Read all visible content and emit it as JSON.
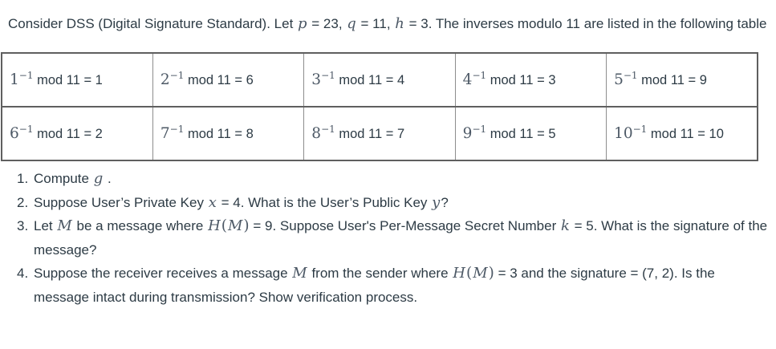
{
  "colors": {
    "background": "#ffffff",
    "text": "#2D3B45",
    "math": "#4d5966",
    "table_border_outer": "#5f5f5f",
    "table_border_inner": "#8d8d8d"
  },
  "intro": {
    "segments": [
      {
        "t": "t",
        "v": "Consider DSS (Digital Signature Standard). Let "
      },
      {
        "t": "m",
        "v": "p"
      },
      {
        "t": "t",
        "v": " = 23, "
      },
      {
        "t": "m",
        "v": "q"
      },
      {
        "t": "t",
        "v": " = 11, "
      },
      {
        "t": "m",
        "v": "h"
      },
      {
        "t": "t",
        "v": " = 3. The inverses modulo 11 are listed in the following table"
      }
    ]
  },
  "table": {
    "rows": [
      [
        [
          {
            "t": "mn",
            "v": "1"
          },
          {
            "t": "sup",
            "v": "−1"
          },
          {
            "t": "t",
            "v": " mod 11 = 1"
          }
        ],
        [
          {
            "t": "mn",
            "v": "2"
          },
          {
            "t": "sup",
            "v": "−1"
          },
          {
            "t": "t",
            "v": " mod 11 = 6"
          }
        ],
        [
          {
            "t": "mn",
            "v": "3"
          },
          {
            "t": "sup",
            "v": "−1"
          },
          {
            "t": "t",
            "v": " mod 11 = 4"
          }
        ],
        [
          {
            "t": "mn",
            "v": "4"
          },
          {
            "t": "sup",
            "v": "−1"
          },
          {
            "t": "t",
            "v": " mod 11 = 3"
          }
        ],
        [
          {
            "t": "mn",
            "v": "5"
          },
          {
            "t": "sup",
            "v": "−1"
          },
          {
            "t": "t",
            "v": " mod 11 = 9"
          }
        ]
      ],
      [
        [
          {
            "t": "mn",
            "v": "6"
          },
          {
            "t": "sup",
            "v": "−1"
          },
          {
            "t": "t",
            "v": " mod 11 = 2"
          }
        ],
        [
          {
            "t": "mn",
            "v": "7"
          },
          {
            "t": "sup",
            "v": "−1"
          },
          {
            "t": "t",
            "v": " mod 11 = 8"
          }
        ],
        [
          {
            "t": "mn",
            "v": "8"
          },
          {
            "t": "sup",
            "v": "−1"
          },
          {
            "t": "t",
            "v": " mod 11 = 7"
          }
        ],
        [
          {
            "t": "mn",
            "v": "9"
          },
          {
            "t": "sup",
            "v": "−1"
          },
          {
            "t": "t",
            "v": " mod 11 = 5"
          }
        ],
        [
          {
            "t": "mn",
            "v": "10"
          },
          {
            "t": "sup",
            "v": "−1"
          },
          {
            "t": "t",
            "v": " mod 11 = 10"
          }
        ]
      ]
    ]
  },
  "questions": [
    {
      "number": "1.",
      "segments": [
        {
          "t": "t",
          "v": "Compute "
        },
        {
          "t": "m",
          "v": "g"
        },
        {
          "t": "t",
          "v": " ."
        }
      ]
    },
    {
      "number": "2.",
      "segments": [
        {
          "t": "t",
          "v": "Suppose User’s Private Key "
        },
        {
          "t": "m",
          "v": "x"
        },
        {
          "t": "t",
          "v": " = 4. What is the User’s Public Key "
        },
        {
          "t": "m",
          "v": "y"
        },
        {
          "t": "t",
          "v": "?"
        }
      ]
    },
    {
      "number": "3.",
      "segments": [
        {
          "t": "t",
          "v": "Let "
        },
        {
          "t": "m",
          "v": "M"
        },
        {
          "t": "t",
          "v": " be a message where "
        },
        {
          "t": "m",
          "v": "H"
        },
        {
          "t": "mn",
          "v": "("
        },
        {
          "t": "m",
          "v": "M"
        },
        {
          "t": "mn",
          "v": ")"
        },
        {
          "t": "t",
          "v": " = 9. Suppose User's Per-Message Secret Number "
        },
        {
          "t": "m",
          "v": "k"
        },
        {
          "t": "t",
          "v": " = 5. What is the signature of the message?"
        }
      ]
    },
    {
      "number": "4.",
      "segments": [
        {
          "t": "t",
          "v": "Suppose the receiver receives a message "
        },
        {
          "t": "m",
          "v": "M"
        },
        {
          "t": "t",
          "v": " from the sender where "
        },
        {
          "t": "m",
          "v": "H"
        },
        {
          "t": "mn",
          "v": "("
        },
        {
          "t": "m",
          "v": "M"
        },
        {
          "t": "mn",
          "v": ")"
        },
        {
          "t": "t",
          "v": " = 3 and the signature = (7, 2). Is the message intact during transmission? Show verification process."
        }
      ]
    }
  ]
}
